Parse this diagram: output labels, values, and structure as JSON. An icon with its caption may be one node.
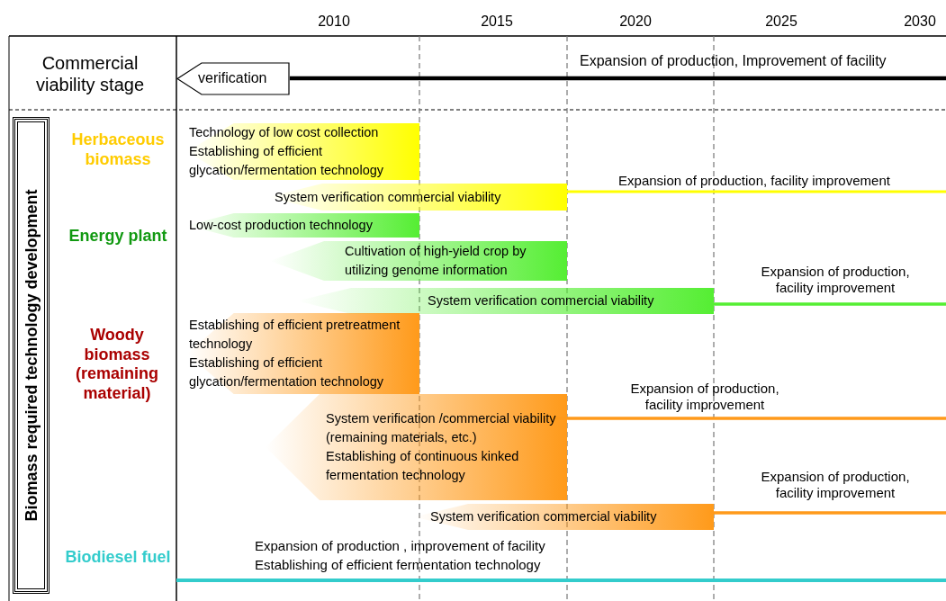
{
  "diagram": {
    "nodes": [
      {
        "text": [
          "verification"
        ]
      },
      {
        "text": [
          "Biomass required technology development"
        ]
      },
      {
        "text": [
          "Technology of low cost collection",
          "Establishing of efficient glycation/fermentation technology"
        ]
      },
      {
        "text": [
          "System verification commercial viability"
        ]
      },
      {
        "text": [
          "Low-cost production technology"
        ]
      },
      {
        "text": [
          "Cultivation of high-yield crop by utilizing genome information"
        ]
      },
      {
        "text": [
          "System verification commercial viability"
        ]
      },
      {
        "text": [
          "Establishing of efficient pretreatment technology",
          "Establishing of efficient glycation/fermentation technology"
        ]
      },
      {
        "text": [
          "System verification /commercial viability (remaining materials, etc.)",
          "Establishing of continuous kinked fermentation technology"
        ]
      },
      {
        "text": [
          "System verification commercial viability"
        ]
      }
    ],
    "labels": [
      "2010",
      "2015",
      "2020",
      "2025",
      "2030",
      "Commercial viability stage",
      "Expansion of production, Improvement of facility",
      "Herbaceous biomass",
      "Expansion of production, facility improvement",
      "Energy plant",
      "Expansion of production, facility improvement",
      "Woody biomass (remaining material)",
      "Expansion of production, facility improvement",
      "Expansion of production, facility improvement",
      "Biodiesel fuel",
      "Expansion of production , improvement of facility",
      "Establishing of efficient fermentation technology"
    ]
  }
}
